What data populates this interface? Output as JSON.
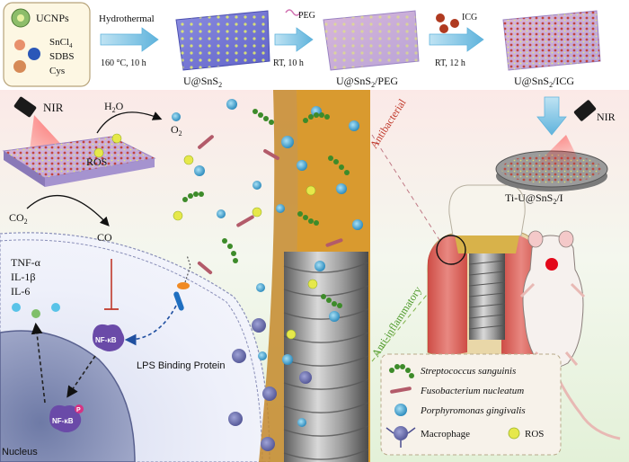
{
  "legend_box": {
    "ucnps": "UCNPs",
    "sncl4": "SnCl",
    "sncl4_sub": "4",
    "sdbs": "SDBS",
    "cys": "Cys"
  },
  "synthesis": {
    "step1_top": "Hydrothermal",
    "step1_bottom": "160 °C, 10 h",
    "product1": "U@SnS",
    "product1_sub": "2",
    "step2_top": "PEG",
    "step2_bottom": "RT, 10 h",
    "product2": "U@SnS",
    "product2_sub": "2",
    "product2_suffix": "/PEG",
    "step3_top": "ICG",
    "step3_bottom": "RT, 12 h",
    "product3": "U@SnS",
    "product3_sub": "2",
    "product3_suffix": "/ICG"
  },
  "left_panel": {
    "nir": "NIR",
    "h2o": "H",
    "h2o_sub": "2",
    "h2o_end": "O",
    "o2": "O",
    "o2_sub": "2",
    "ros": "ROS",
    "co2": "CO",
    "co2_sub": "2",
    "co": "CO",
    "tnf": "TNF-α",
    "il1b": "IL-1β",
    "il6": "IL-6",
    "nfkb_1": "NF-κB",
    "nfkb_2": "NF-κB",
    "phospho": "P",
    "lps": "LPS Binding Protein",
    "nucleus": "Nucleus"
  },
  "right_panel": {
    "antibacterial": "Antibacterial",
    "anti_inflammatory": "Anti-inflammatory",
    "nir": "NIR",
    "implant": "Ti-U@SnS",
    "implant_sub": "2",
    "implant_suffix": "/I"
  },
  "legend": {
    "s_sanguinis": "Streptococcus sanguinis",
    "f_nucleatum": "Fusobacterium nucleatum",
    "p_gingivalis": "Porphyromonas gingivalis",
    "macrophage": "Macrophage",
    "ros": "ROS"
  }
}
